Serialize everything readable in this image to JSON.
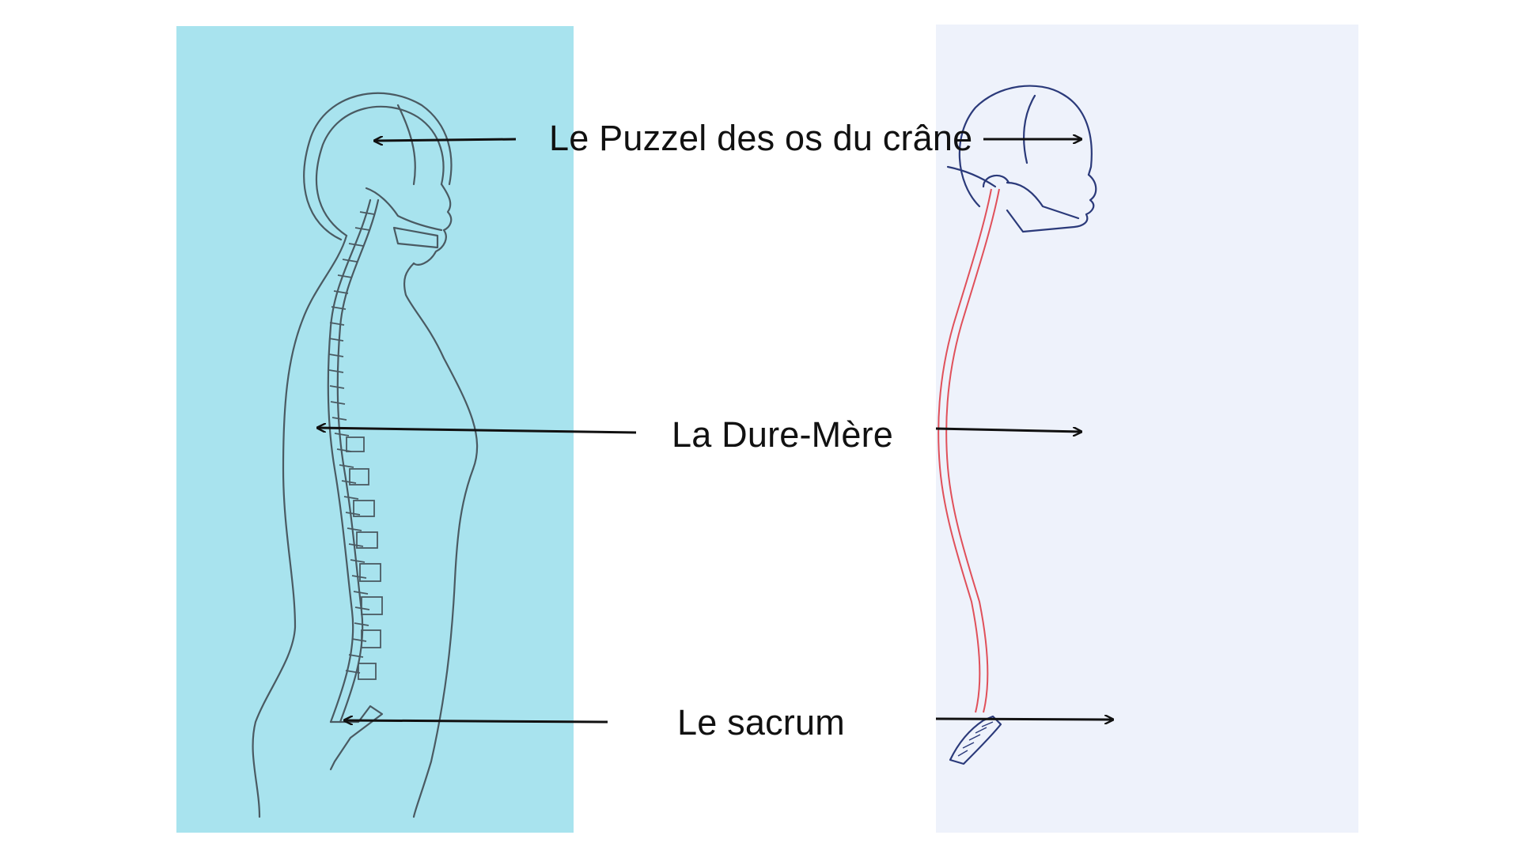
{
  "labels": {
    "skull": "Le Puzzel des os du crâne",
    "dura": "La Dure-Mère",
    "sacrum": "Le sacrum"
  },
  "colors": {
    "left_panel_bg": "#a8e3ee",
    "right_panel_bg": "#eef2fb",
    "pencil": "#4a5a62",
    "ink_blue": "#2b3a7a",
    "dura_red": "#e0505a",
    "arrow": "#111111"
  }
}
